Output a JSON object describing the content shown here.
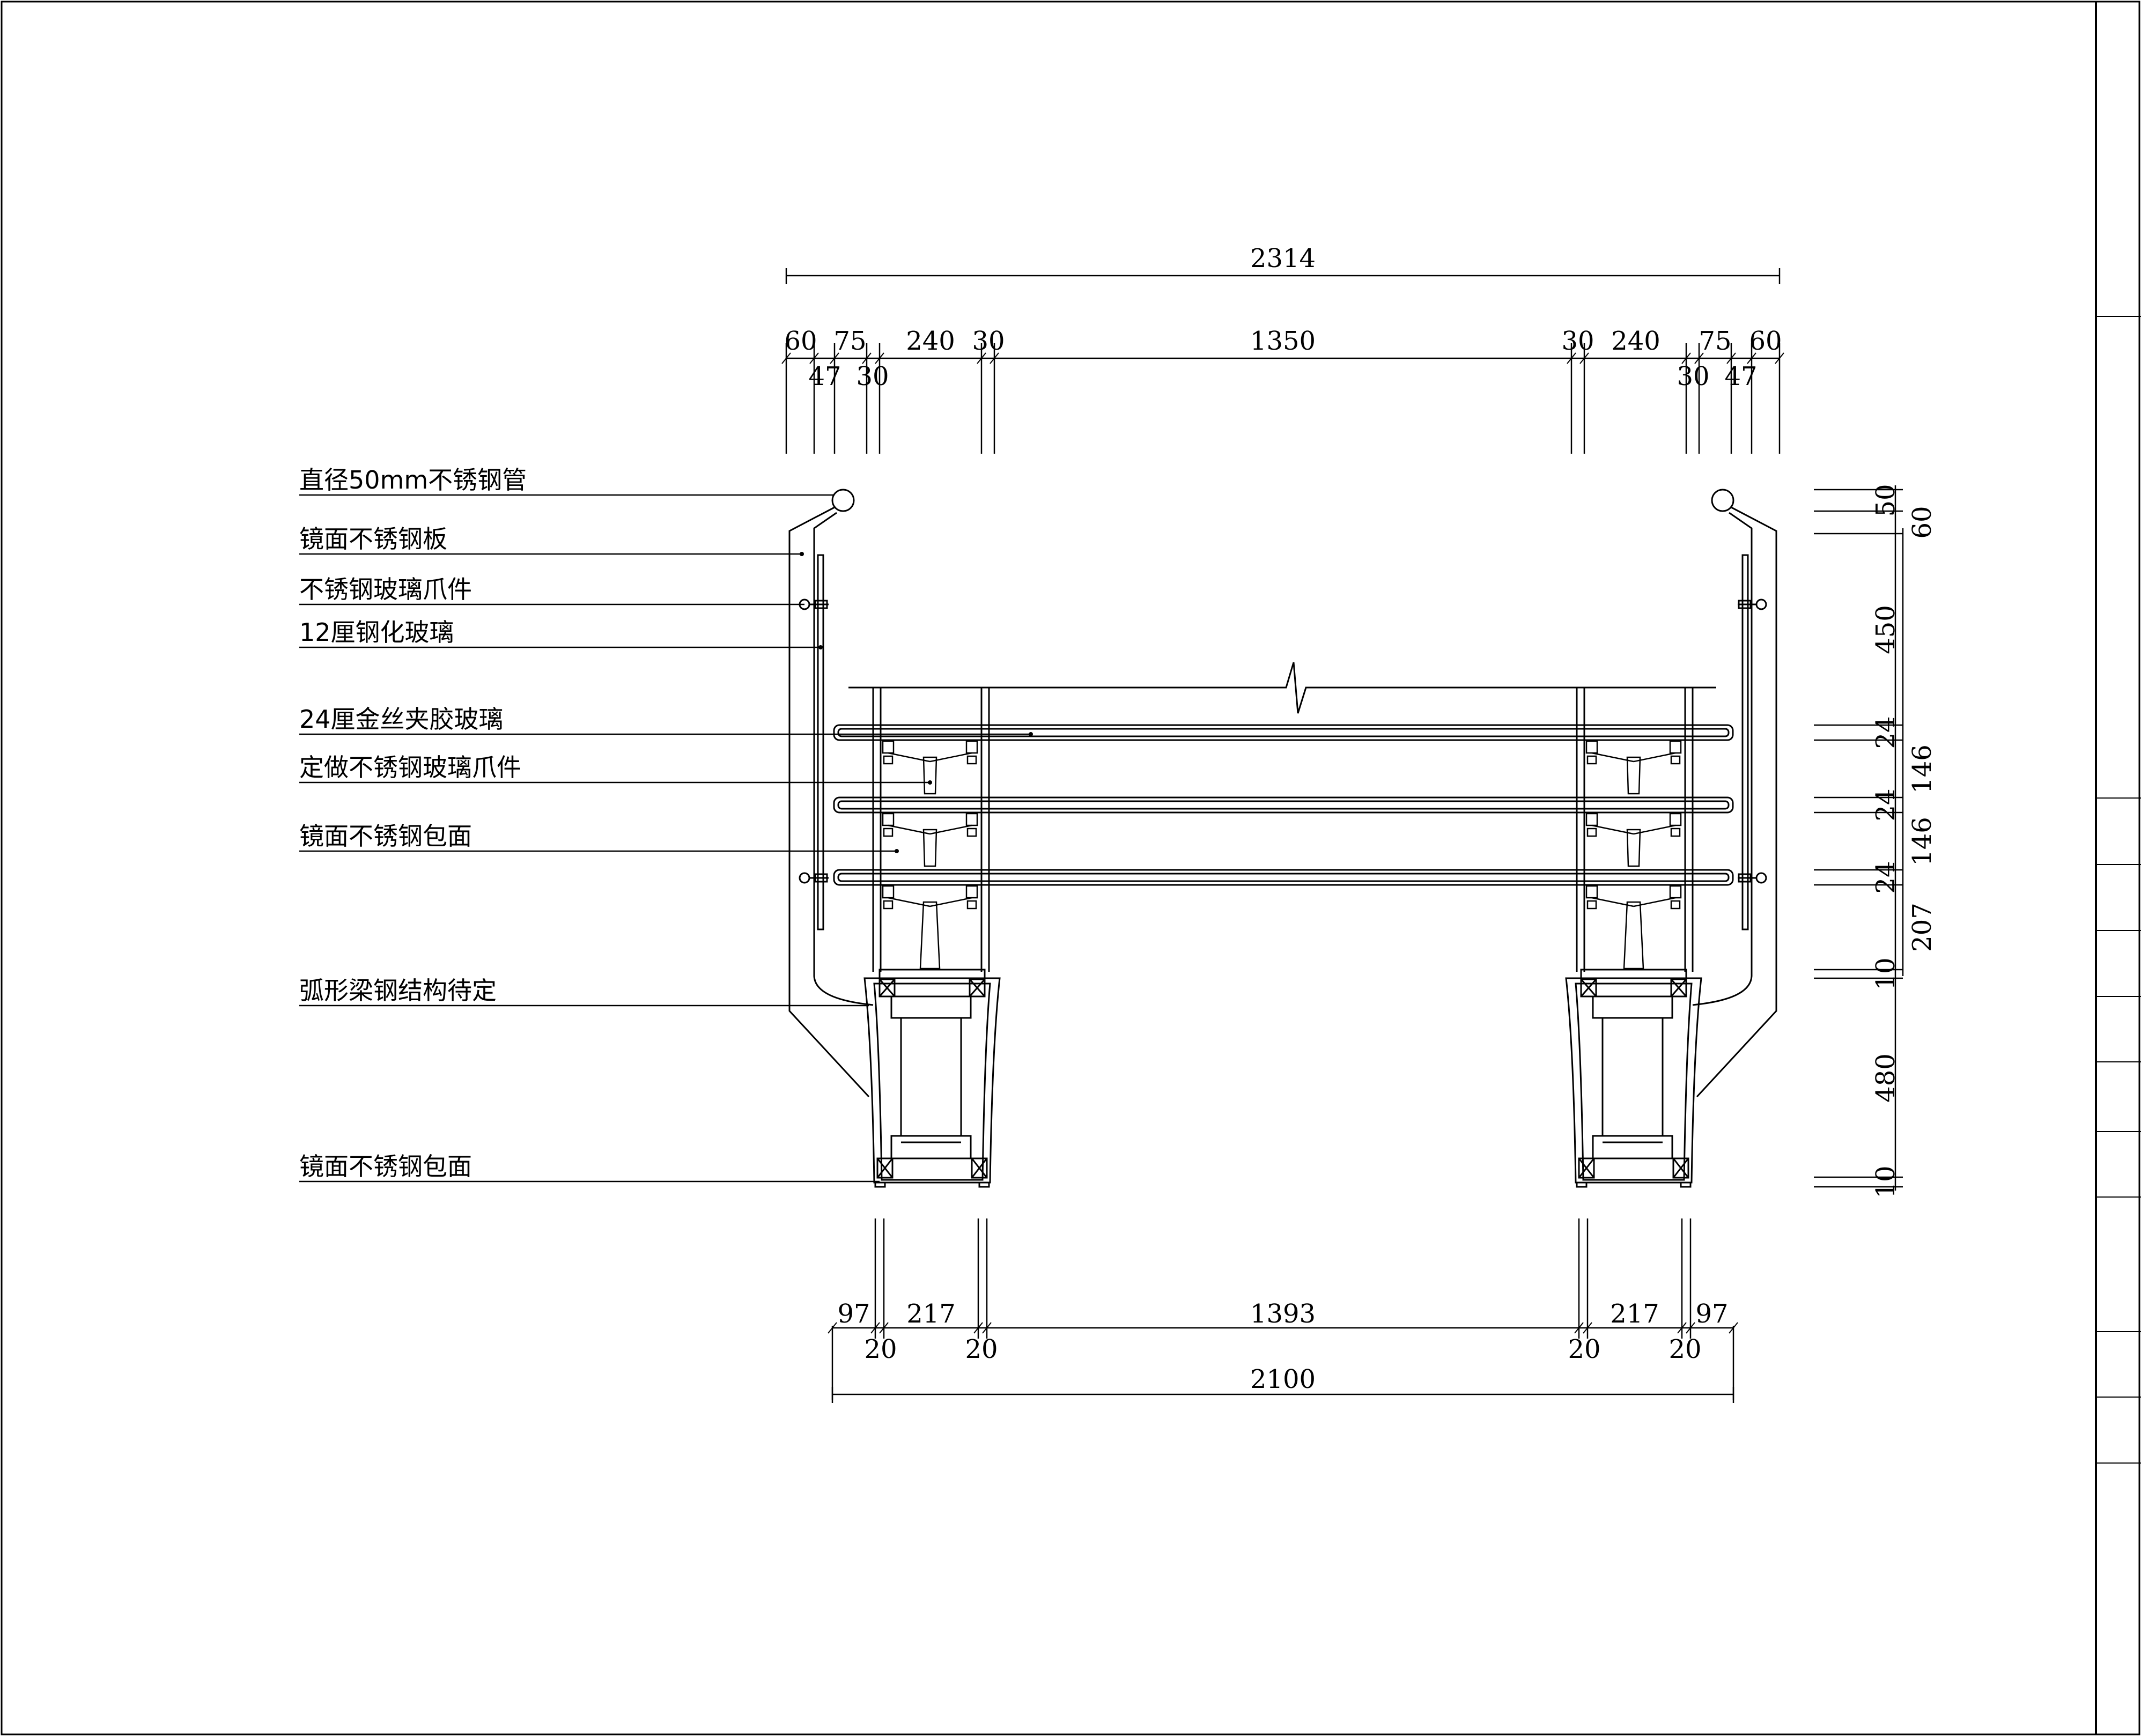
{
  "labels": {
    "tube": "直径50mm不锈钢管",
    "mirror_panel": "镜面不锈钢板",
    "glass_claw": "不锈钢玻璃爪件",
    "tempered_glass": "12厘钢化玻璃",
    "laminated_glass": "24厘金丝夹胶玻璃",
    "custom_claw": "定做不锈钢玻璃爪件",
    "mirror_cladding": "镜面不锈钢包面",
    "arc_beam": "弧形梁钢结构待定",
    "mirror_cladding_bottom": "镜面不锈钢包面"
  },
  "dims_top": {
    "overall": "2314",
    "row1": [
      "60",
      "75",
      "240",
      "30",
      "1350",
      "30",
      "240",
      "75",
      "60"
    ],
    "row2": [
      "47",
      "30",
      "30",
      "47"
    ]
  },
  "dims_bottom": {
    "row1": [
      "97",
      "217",
      "1393",
      "217",
      "97"
    ],
    "row2": [
      "20",
      "20",
      "20",
      "20"
    ],
    "overall": "2100"
  },
  "dims_right": {
    "inner": [
      "50",
      "24",
      "24",
      "24",
      "10",
      "480",
      "10"
    ],
    "outer": [
      "60",
      "450",
      "146",
      "146",
      "207"
    ]
  },
  "colors": {
    "line": "#000000",
    "background": "#ffffff"
  }
}
